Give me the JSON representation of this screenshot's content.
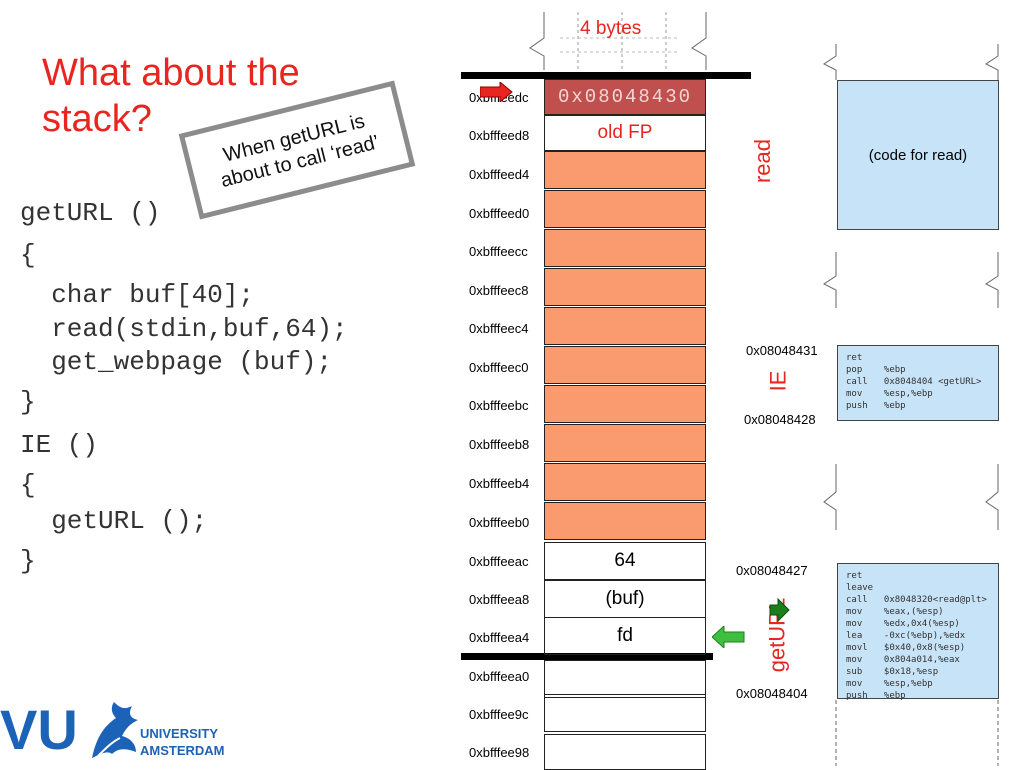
{
  "slide": {
    "title_line1": "What about the",
    "title_line2": "stack?",
    "callout_line1": "When getURL is",
    "callout_line2": "about to call ‘read’"
  },
  "code": [
    "getURL ()",
    "{",
    "  char buf[40];",
    "  read(stdin,buf,64);",
    "  get_webpage (buf);",
    "}",
    "IE ()",
    "{",
    "  getURL ();",
    "}"
  ],
  "stack": {
    "width_label": "4 bytes",
    "rows": [
      {
        "addr": "0xbfffeedc",
        "value": "0x08048430",
        "kind": "ret"
      },
      {
        "addr": "0xbfffeed8",
        "value": "old FP",
        "kind": "red"
      },
      {
        "addr": "0xbfffeed4",
        "value": "",
        "kind": "frame"
      },
      {
        "addr": "0xbfffeed0",
        "value": "",
        "kind": "frame"
      },
      {
        "addr": "0xbfffeecc",
        "value": "",
        "kind": "frame"
      },
      {
        "addr": "0xbfffeec8",
        "value": "",
        "kind": "frame"
      },
      {
        "addr": "0xbfffeec4",
        "value": "",
        "kind": "frame"
      },
      {
        "addr": "0xbfffeec0",
        "value": "",
        "kind": "frame"
      },
      {
        "addr": "0xbfffeebc",
        "value": "",
        "kind": "frame"
      },
      {
        "addr": "0xbfffeeb8",
        "value": "",
        "kind": "frame"
      },
      {
        "addr": "0xbfffeeb4",
        "value": "",
        "kind": "frame"
      },
      {
        "addr": "0xbfffeeb0",
        "value": "",
        "kind": "frame"
      },
      {
        "addr": "0xbfffeeac",
        "value": "64",
        "kind": "plain"
      },
      {
        "addr": "0xbfffeea8",
        "value": "(buf)",
        "kind": "plain"
      },
      {
        "addr": "0xbfffeea4",
        "value": "fd",
        "kind": "plain"
      },
      {
        "addr": "0xbfffeea0",
        "value": "",
        "kind": "plain"
      },
      {
        "addr": "0xbfffee9c",
        "value": "",
        "kind": "plain"
      },
      {
        "addr": "0xbfffee98",
        "value": "",
        "kind": "plain"
      }
    ]
  },
  "memory": {
    "read_label": "read",
    "read_code": "(code for read)",
    "ie_label": "IE",
    "ie_addr_top": "0x08048431",
    "ie_addr_bottom": "0x08048428",
    "ie_asm": "ret\npop    %ebp\ncall   0x8048404 <getURL>\nmov    %esp,%ebp\npush   %ebp",
    "geturl_label": "getURL",
    "geturl_addr_top": "0x08048427",
    "geturl_addr_bottom": "0x08048404",
    "geturl_asm": "ret\nleave\ncall   0x8048320<read@plt>\nmov    %eax,(%esp)\nmov    %edx,0x4(%esp)\nlea    -0xc(%ebp),%edx\nmovl   $0x40,0x8(%esp)\nmov    0x804a014,%eax\nsub    $0x18,%esp\nmov    %esp,%ebp\npush   %ebp"
  },
  "logo": {
    "letters": "VU",
    "line1": "UNIVERSITY",
    "line2": "AMSTERDAM"
  },
  "colors": {
    "accent_red": "#e8251f",
    "frame_orange": "#f99b6e",
    "return_addr": "#c0504d",
    "code_block": "#c6e3f7",
    "logo_blue": "#1c63b7"
  }
}
